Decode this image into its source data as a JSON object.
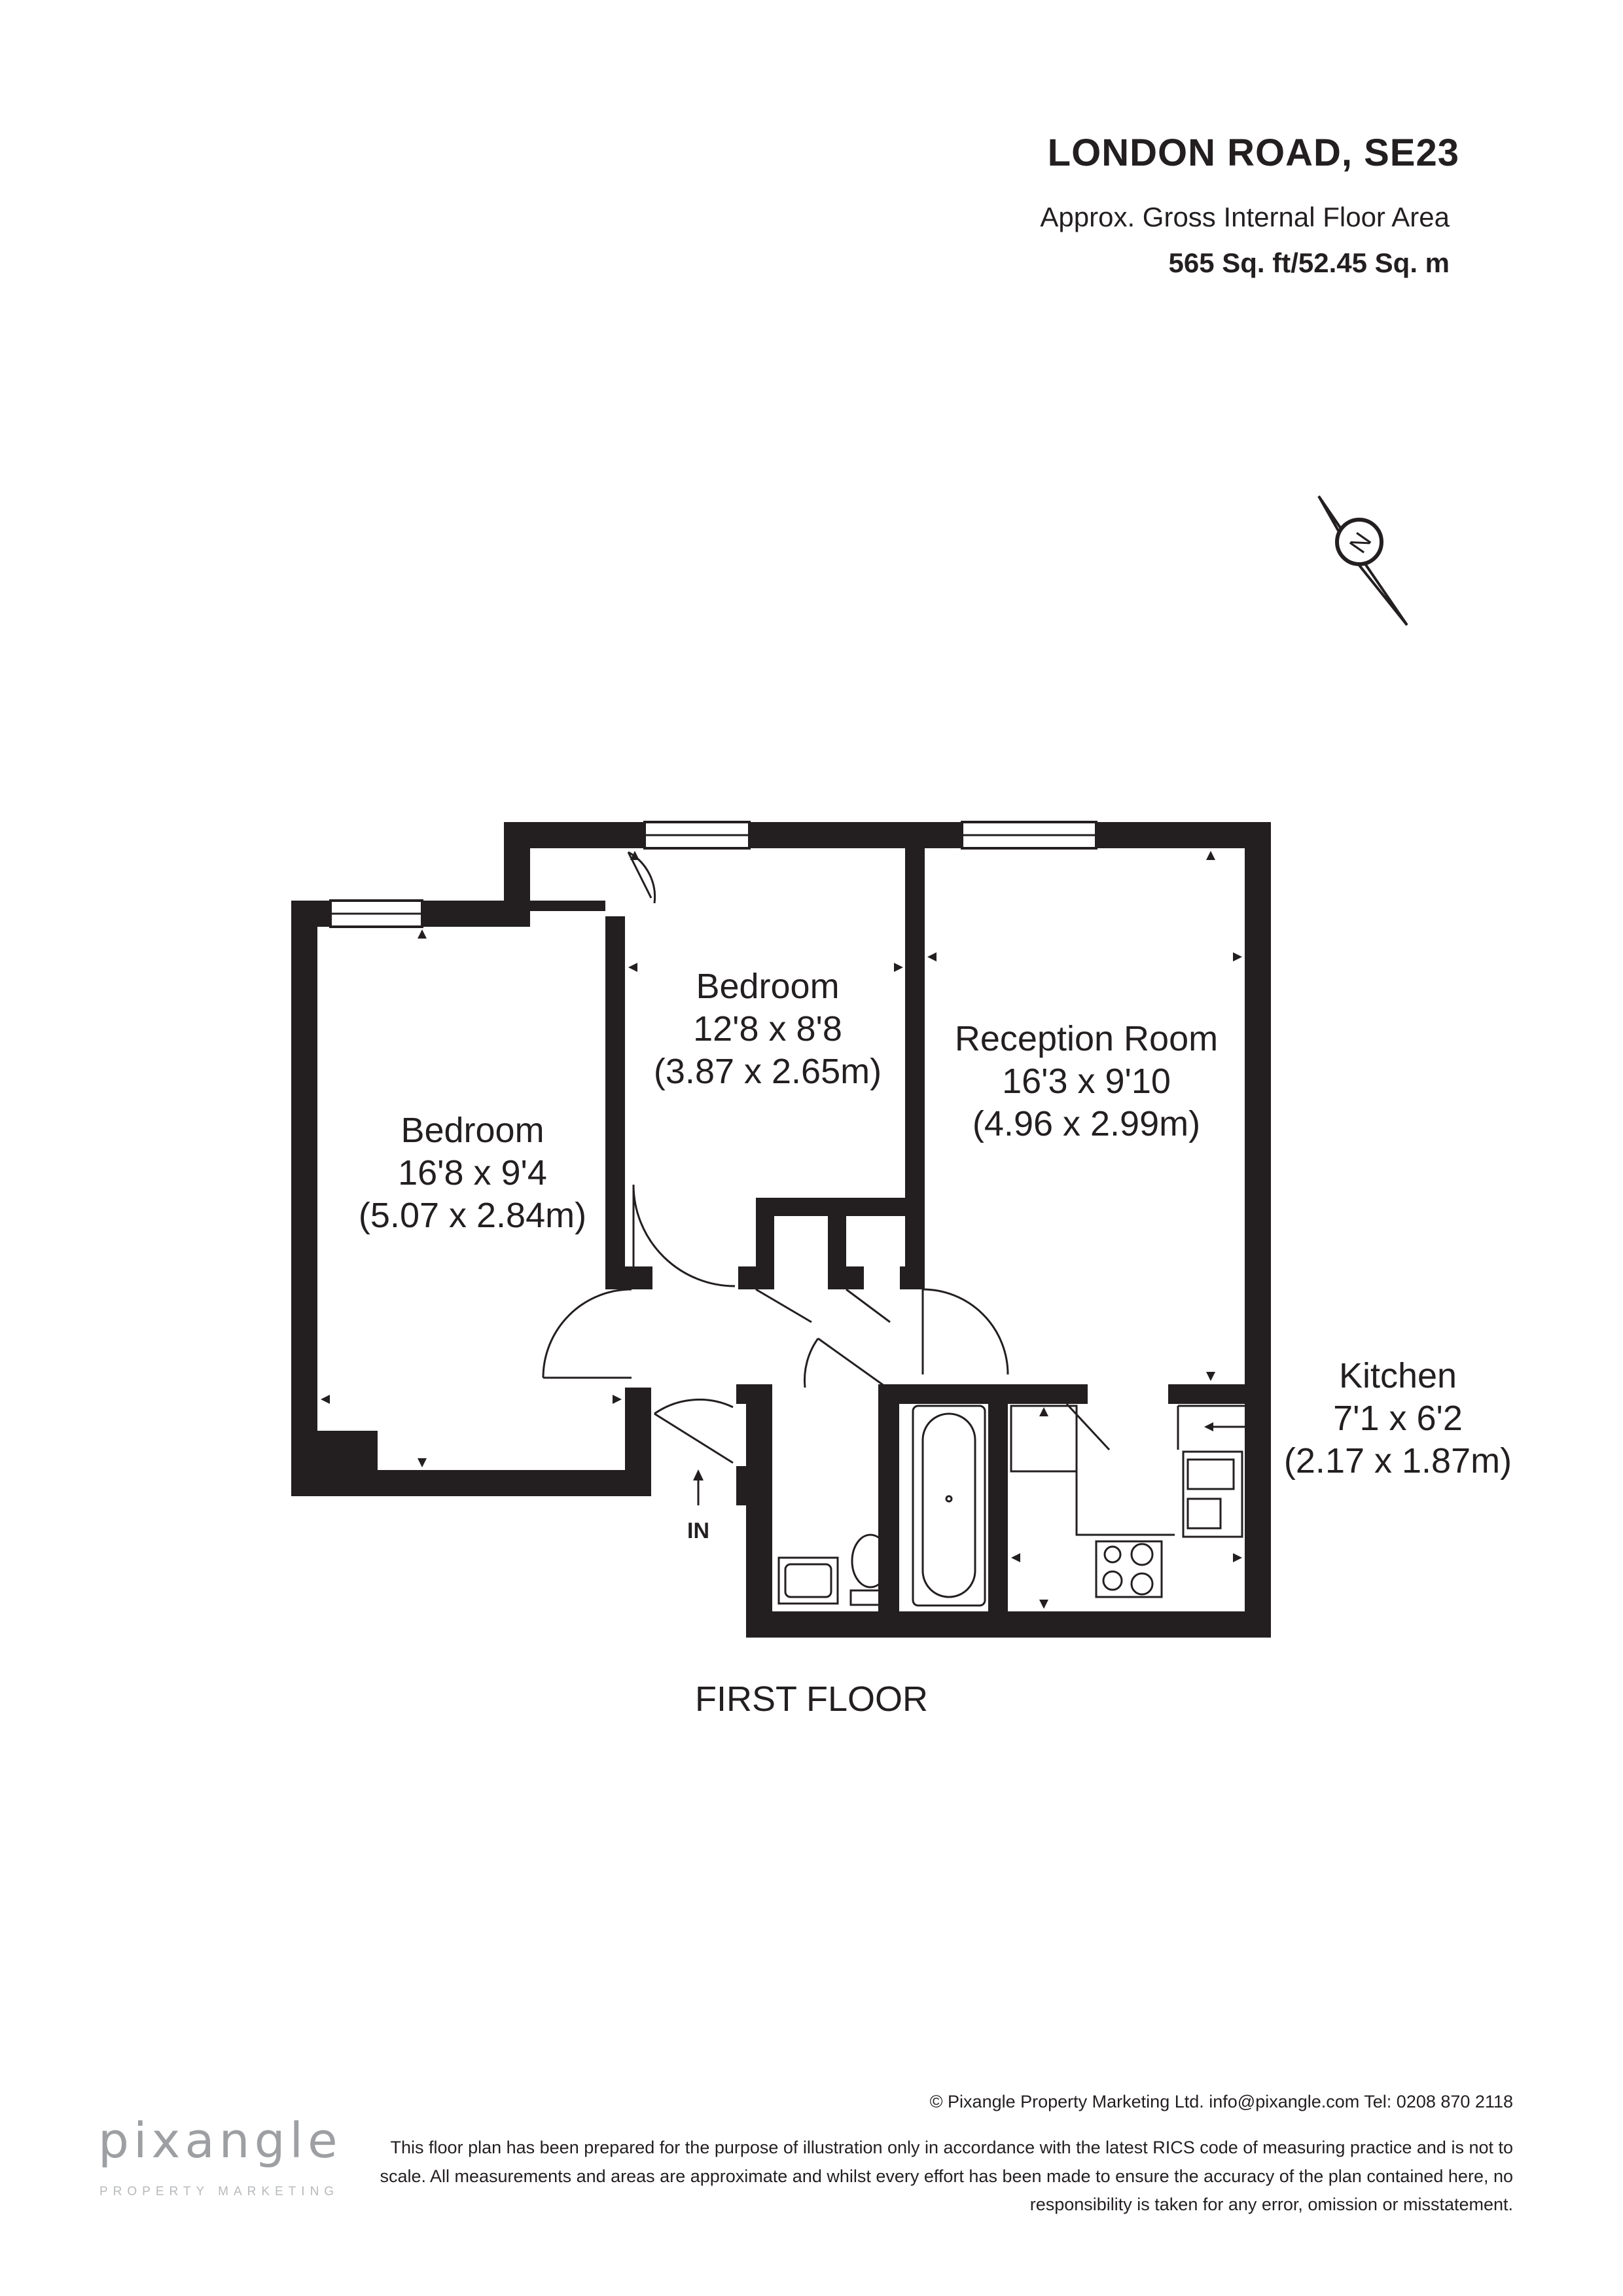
{
  "header": {
    "title": "LONDON ROAD, SE23",
    "area_label": "Approx. Gross Internal Floor Area",
    "area_value": "565 Sq. ft/52.45 Sq. m"
  },
  "compass": {
    "direction": "N"
  },
  "rooms": [
    {
      "name": "Bedroom",
      "imperial": "16'8 x 9'4",
      "metric": "(5.07 x 2.84m)"
    },
    {
      "name": "Bedroom",
      "imperial": "12'8 x 8'8",
      "metric": "(3.87 x 2.65m)"
    },
    {
      "name": "Reception Room",
      "imperial": "16'3 x 9'10",
      "metric": "(4.96 x 2.99m)"
    },
    {
      "name": "Kitchen",
      "imperial": "7'1 x 6'2",
      "metric": "(2.17 x 1.87m)"
    }
  ],
  "entrance_label": "IN",
  "floor_label": "FIRST FLOOR",
  "footer": {
    "copyright": "© Pixangle Property Marketing Ltd. info@pixangle.com Tel: 0208 870 2118",
    "disclaimer": "This floor plan has been prepared for the purpose of illustration only in accordance with the latest RICS code of measuring practice and is not to scale. All measurements and areas are approximate and whilst every effort has been made to ensure the accuracy of the plan contained here, no responsibility is taken for any error, omission or misstatement.",
    "logo": "pixangle",
    "logo_tagline": "PROPERTY MARKETING"
  }
}
